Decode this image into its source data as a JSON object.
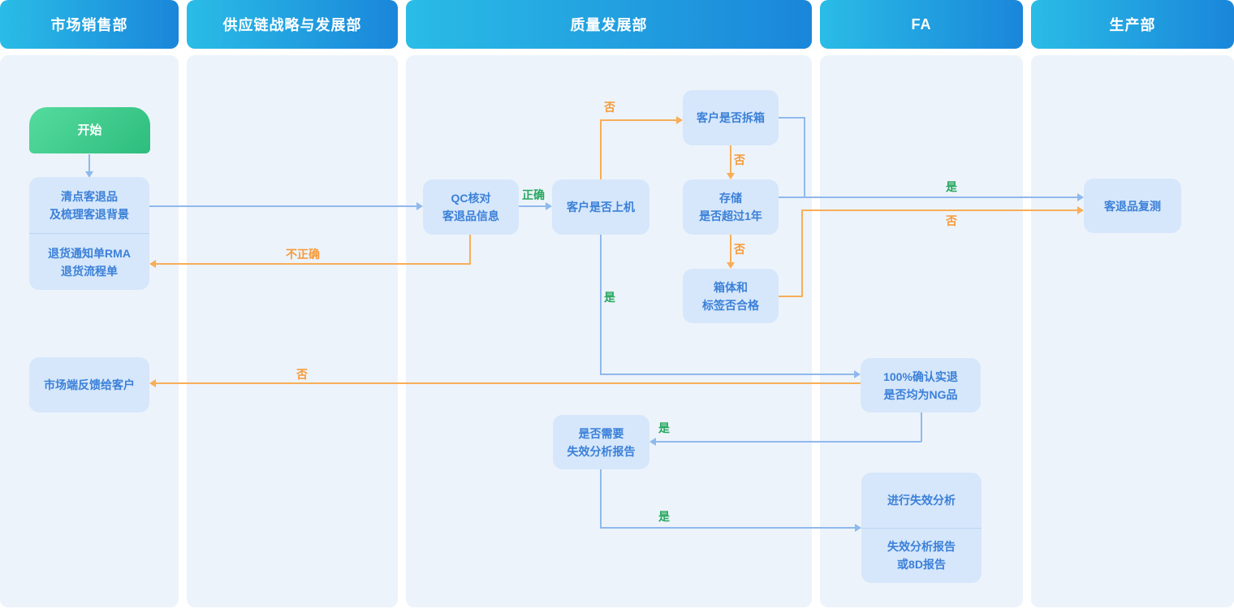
{
  "colors": {
    "header_grad_start": "#2abce6",
    "header_grad_end": "#1a86da",
    "lane_bg": "#edf3fb",
    "node_bg": "#d6e7fb",
    "node_text": "#3b80d8",
    "blue_line": "#8fb9ec",
    "orange_line": "#f7ae58",
    "green_label": "#27a85f",
    "orange_label": "#f59a38",
    "start_grad_start": "#55db9e",
    "start_grad_end": "#2dbd7d",
    "divider": "#bcd5f2"
  },
  "lanes": [
    {
      "label": "市场销售部"
    },
    {
      "label": "供应链战略与发展部"
    },
    {
      "label": "质量发展部"
    },
    {
      "label": "FA"
    },
    {
      "label": "生产部"
    }
  ],
  "nodes": {
    "start": {
      "label": "开始"
    },
    "count_returns": {
      "line1": "清点客退品",
      "line2": "及梳理客退背景"
    },
    "rma": {
      "line1": "退货通知单RMA",
      "line2": "退货流程单"
    },
    "qc_check": {
      "line1": "QC核对",
      "line2": "客退品信息"
    },
    "customer_used": {
      "label": "客户是否上机"
    },
    "customer_unboxed": {
      "label": "客户是否拆箱"
    },
    "storage_over_1y": {
      "line1": "存储",
      "line2": "是否超过1年"
    },
    "box_label_ok": {
      "line1": "箱体和",
      "line2": "标签否合格"
    },
    "retest": {
      "label": "客退品复测"
    },
    "feedback": {
      "label": "市场端反馈给客户"
    },
    "confirm_ng": {
      "line1": "100%确认实退",
      "line2": "是否均为NG品"
    },
    "need_fa_report": {
      "line1": "是否需要",
      "line2": "失效分析报告"
    },
    "do_fa": {
      "label": "进行失效分析"
    },
    "fa_report": {
      "line1": "失效分析报告",
      "line2": "或8D报告"
    }
  },
  "edge_labels": {
    "correct": "正确",
    "incorrect": "不正确",
    "yes": "是",
    "no": "否"
  }
}
